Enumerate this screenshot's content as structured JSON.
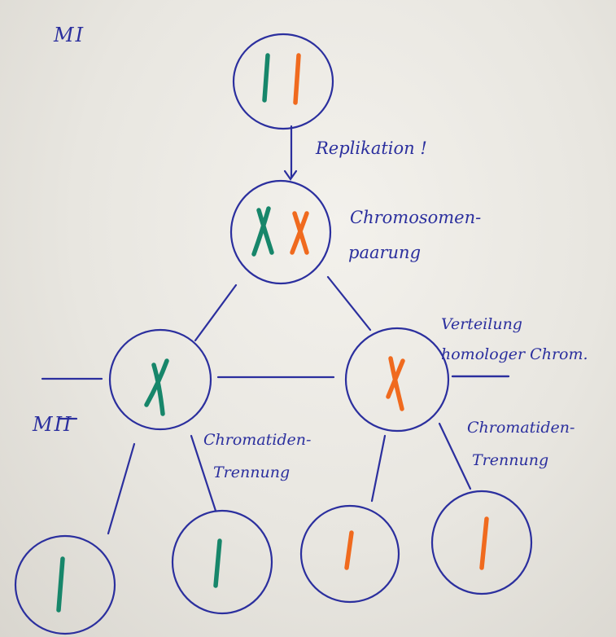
{
  "stage_labels": {
    "meiosis_1": "MI",
    "meiosis_2": "MII"
  },
  "annotations": {
    "replication": "Replikation !",
    "pairing_line1": "Chromosomen-",
    "pairing_line2": "paarung",
    "distribution_line1": "Verteilung",
    "distribution_line2": "homologer Chrom.",
    "separation_left_line1": "Chromatiden-",
    "separation_left_line2": "Trennung",
    "separation_right_line1": "Chromatiden-",
    "separation_right_line2": "Trennung"
  },
  "colors": {
    "ink": "#2b2f9e",
    "green_chromosome": "#17866a",
    "orange_chromosome": "#f06a1e"
  },
  "cells": [
    {
      "id": "parent-cell",
      "contents": [
        "green-chromosome",
        "orange-chromosome"
      ]
    },
    {
      "id": "paired-cell",
      "contents": [
        "green-chromosome-pair",
        "orange-chromosome-pair"
      ]
    },
    {
      "id": "mi-left-cell",
      "contents": [
        "green-chromosome-pair"
      ]
    },
    {
      "id": "mi-right-cell",
      "contents": [
        "orange-chromosome-pair"
      ]
    },
    {
      "id": "mii-cell-1",
      "contents": [
        "green-chromatid"
      ]
    },
    {
      "id": "mii-cell-2",
      "contents": [
        "green-chromatid"
      ]
    },
    {
      "id": "mii-cell-3",
      "contents": [
        "orange-chromatid"
      ]
    },
    {
      "id": "mii-cell-4",
      "contents": [
        "orange-chromatid"
      ]
    }
  ]
}
